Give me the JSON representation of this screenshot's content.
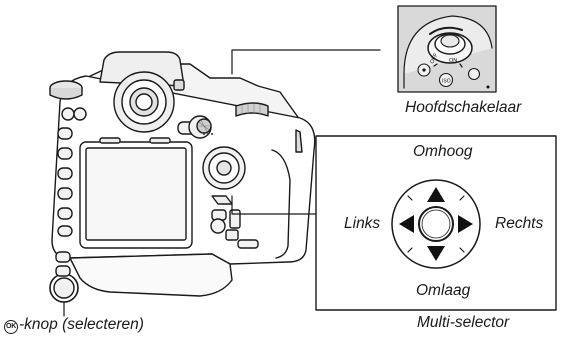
{
  "labels": {
    "main_switch": "Hoofdschakelaar",
    "ok_button_suffix": "-knop (selecteren)",
    "ok_glyph_text": "OK",
    "up": "Omhoog",
    "left": "Links",
    "right": "Rechts",
    "down": "Omlaag",
    "multi_selector": "Multi-selector"
  },
  "switch_inset": {
    "on_text": "ON",
    "off_text": "OFF",
    "iso_text": "ISO"
  },
  "colors": {
    "line": "#1a1a1a",
    "camera_fill": "#ffffff",
    "camera_shade": "#cfcfcf",
    "inset_bg": "#d9d9d9",
    "arrow_fill": "#111111"
  }
}
